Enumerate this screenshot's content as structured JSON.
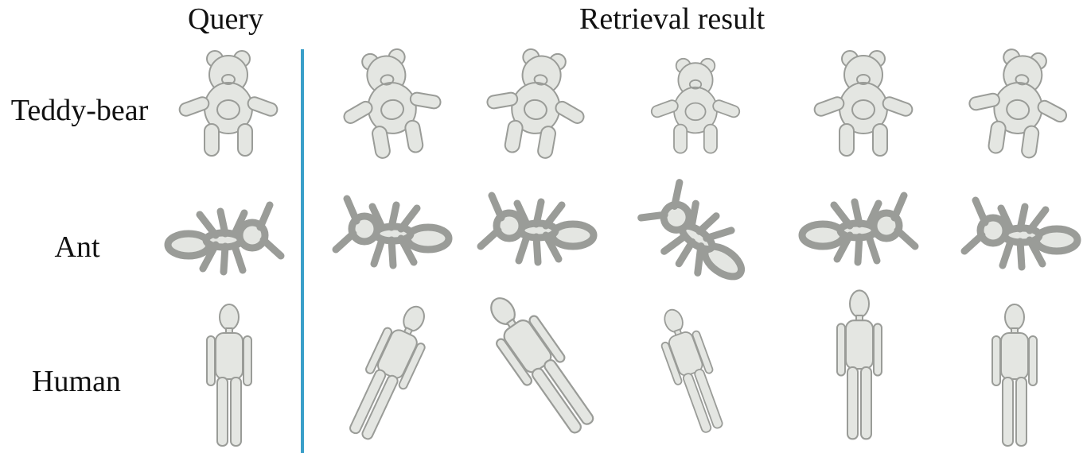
{
  "headers": {
    "query": "Query",
    "retrieval": "Retrieval result"
  },
  "rows": [
    {
      "label": "Teddy-bear",
      "shape": "teddy-bear"
    },
    {
      "label": "Ant",
      "shape": "ant"
    },
    {
      "label": "Human",
      "shape": "human"
    }
  ],
  "colors": {
    "divider": "#3a9fc9",
    "shape_fill": "#e4e6e2",
    "shape_stroke": "#9a9c98"
  }
}
